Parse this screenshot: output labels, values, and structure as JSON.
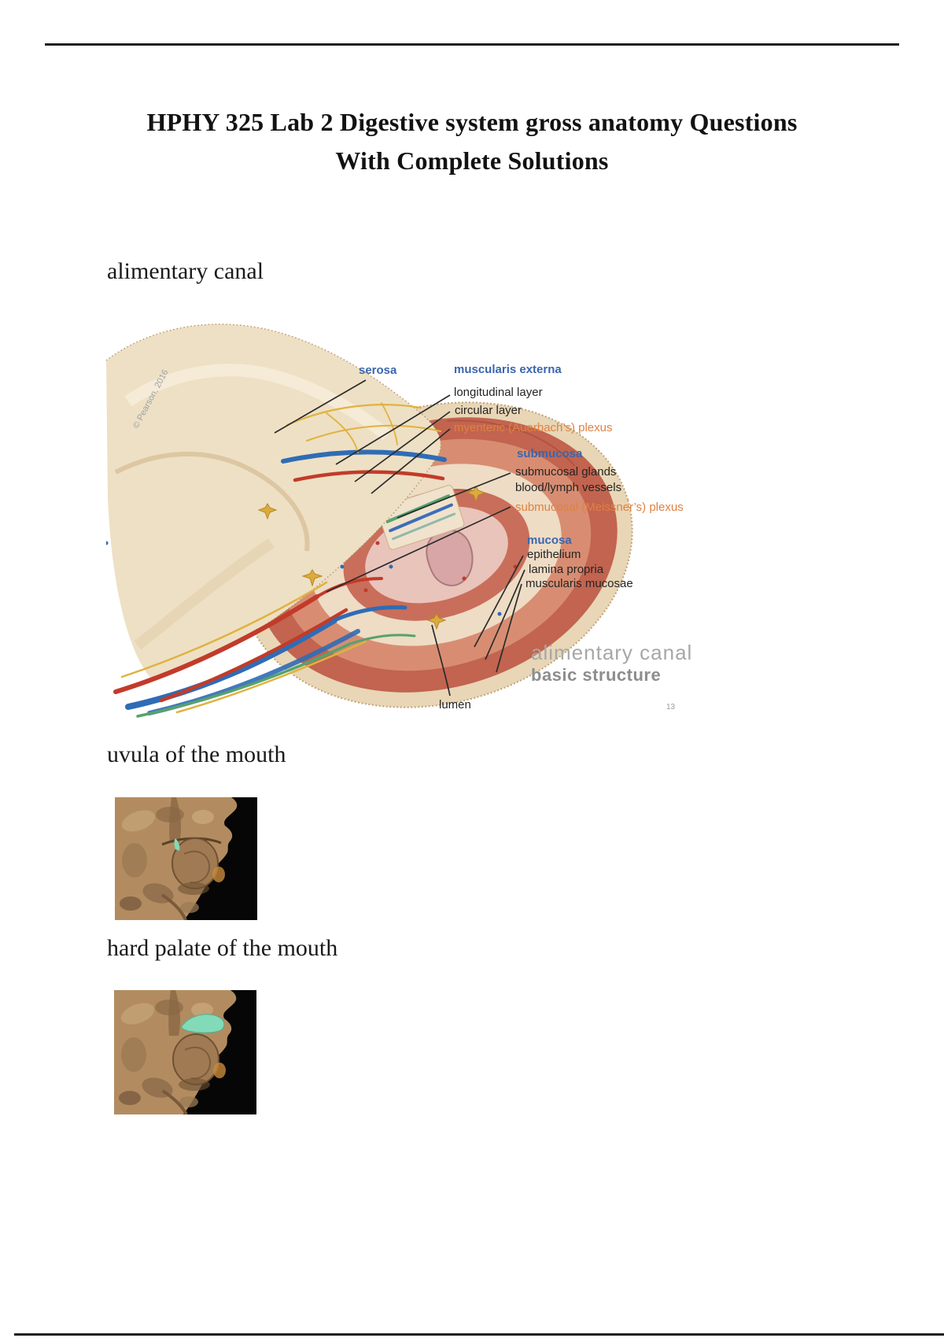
{
  "document": {
    "title_line1": "HPHY 325 Lab 2 Digestive system gross anatomy Questions",
    "title_line2": "With Complete Solutions"
  },
  "questions": {
    "q1": "alimentary canal",
    "q2": "uvula of the mouth",
    "q3": "hard palate of the mouth"
  },
  "slide": {
    "watermark": "© Pearson, 2016",
    "labels": {
      "serosa": "serosa",
      "muscularis_externa": "muscularis externa",
      "longitudinal_layer": "longitudinal layer",
      "circular_layer": "circular layer",
      "myenteric_plexus": "myenteric (Auerbach’s) plexus",
      "submucosa": "submucosa",
      "submucosal_glands": "submucosal glands",
      "blood_lymph_vessels": "blood/lymph vessels",
      "meissner_plexus": "submucosal (Meissner’s) plexus",
      "mucosa": "mucosa",
      "epithelium": "epithelium",
      "lamina_propria": "lamina propria",
      "muscularis_mucosae": "muscularis mucosae",
      "lumen": "lumen"
    },
    "caption_line1": "alimentary canal",
    "caption_line2": "basic structure",
    "slide_number": "13"
  },
  "colors": {
    "label_blue": "#3a66ad",
    "label_orange": "#e0813f",
    "label_black": "#242424",
    "caption_gray": "#a7a7a7",
    "highlight_teal": "#82dab8",
    "rule_dark": "#1e1e22"
  }
}
